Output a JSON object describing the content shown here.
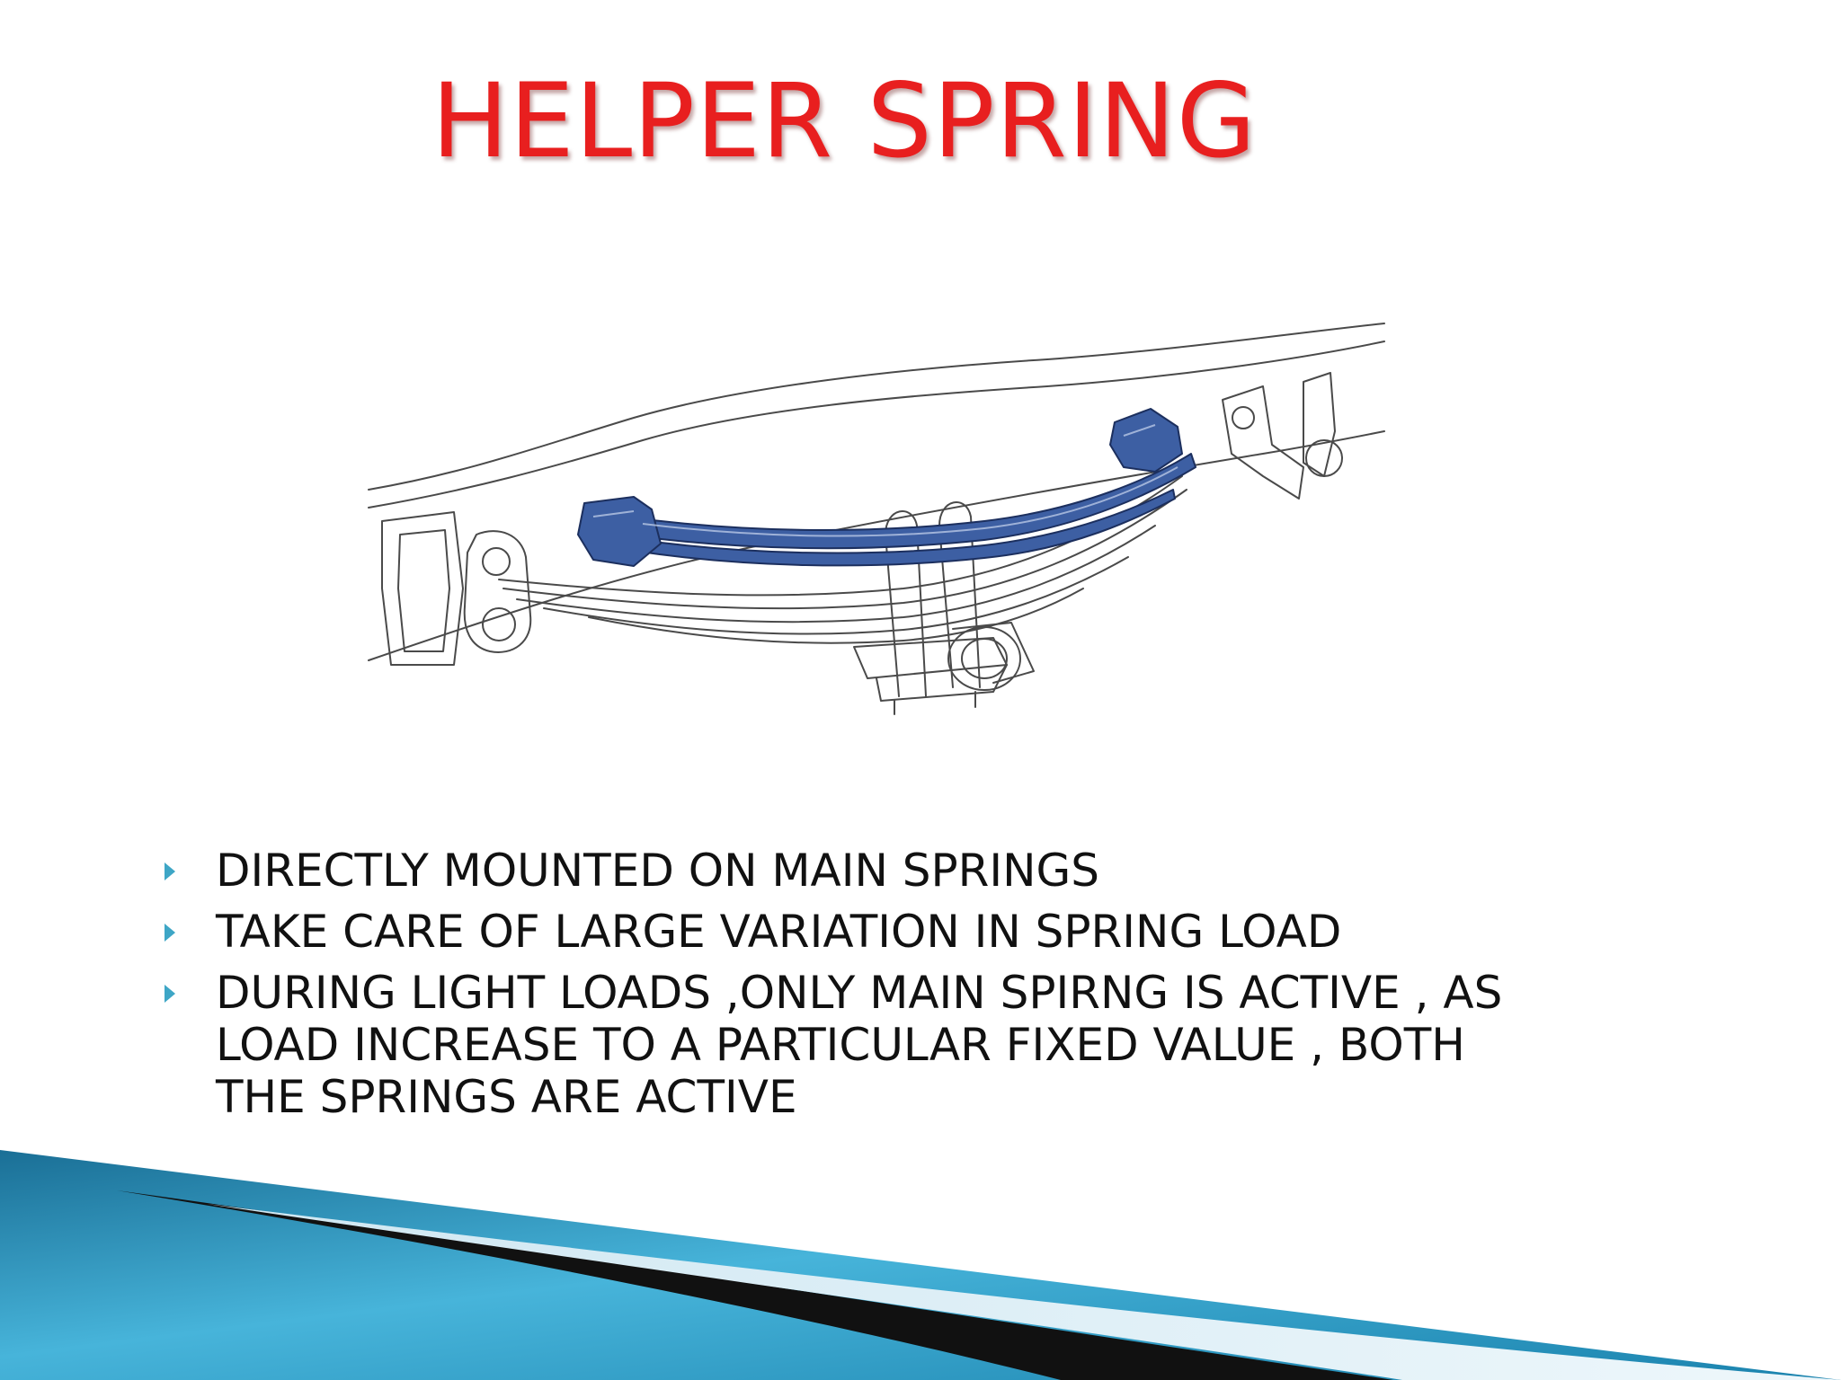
{
  "slide": {
    "title": "HELPER SPRING",
    "bullets": [
      {
        "text": "DIRECTLY MOUNTED ON MAIN SPRINGS"
      },
      {
        "text": "TAKE CARE OF LARGE VARIATION IN SPRING LOAD"
      },
      {
        "text": "DURING LIGHT LOADS ,ONLY MAIN SPIRNG IS ACTIVE , AS\nLOAD INCREASE TO  A PARTICULAR  FIXED VALUE , BOTH\nTHE SPRINGS ARE ACTIVE"
      }
    ],
    "illustration": {
      "icon": "leaf-spring-with-helper-spring-illustration"
    },
    "colors": {
      "title": "#e81f1f",
      "bullet_marker": "#3ea6c6",
      "helper_spring": "#3d5fa3",
      "decor_blue": "#1f8fb8",
      "decor_dark": "#111111"
    }
  }
}
